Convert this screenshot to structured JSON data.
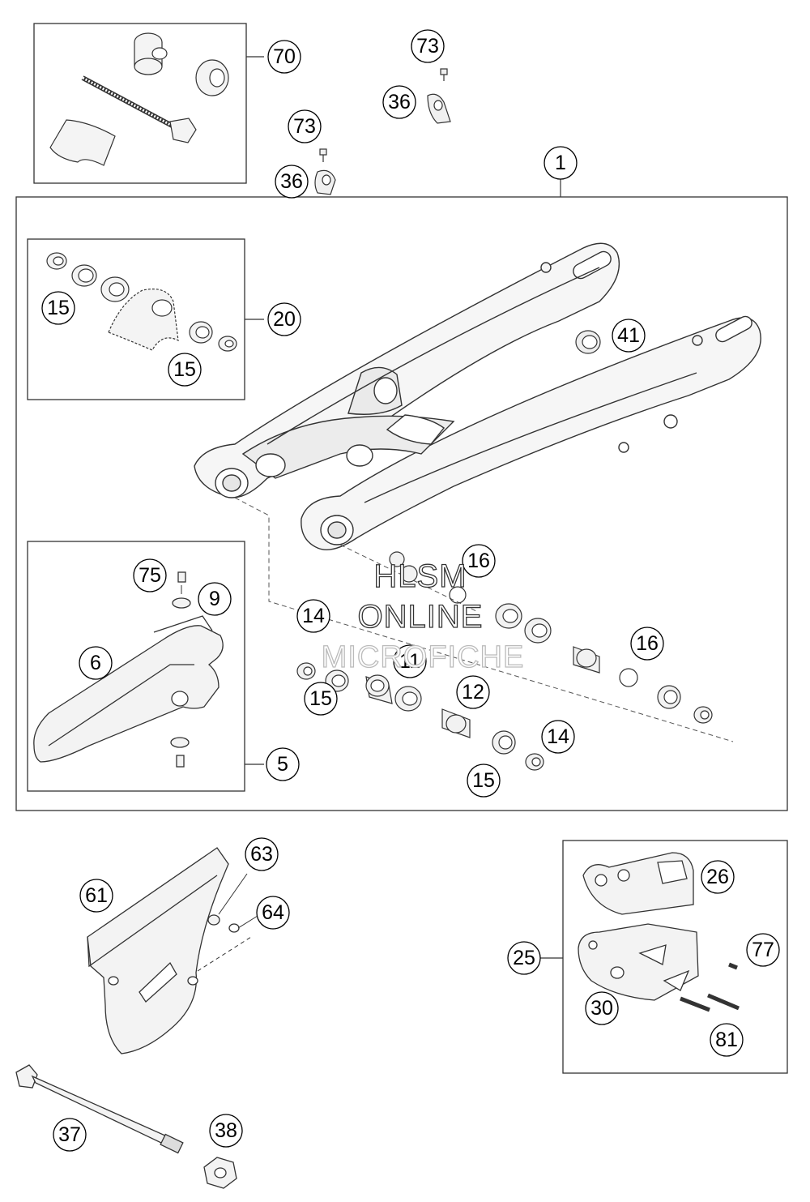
{
  "watermark": {
    "line1": "HLSM",
    "line2": "ONLINE",
    "line3": "MICROFICHE"
  },
  "callouts": {
    "c70": "70",
    "c73a": "73",
    "c36a": "36",
    "c73b": "73",
    "c36b": "36",
    "c1": "1",
    "c41": "41",
    "c15a": "15",
    "c20": "20",
    "c15b": "15",
    "c75": "75",
    "c9": "9",
    "c6": "6",
    "c5": "5",
    "c16a": "16",
    "c14a": "14",
    "c11": "11",
    "c15c": "15",
    "c12": "12",
    "c16b": "16",
    "c14b": "14",
    "c15d": "15",
    "c63": "63",
    "c61": "61",
    "c64": "64",
    "c26": "26",
    "c25": "25",
    "c77": "77",
    "c30": "30",
    "c81": "81",
    "c37": "37",
    "c38": "38"
  },
  "colors": {
    "line": "#333333",
    "part_fill": "#f4f4f4",
    "part_shade": "#d8d8d8",
    "background": "#ffffff"
  }
}
